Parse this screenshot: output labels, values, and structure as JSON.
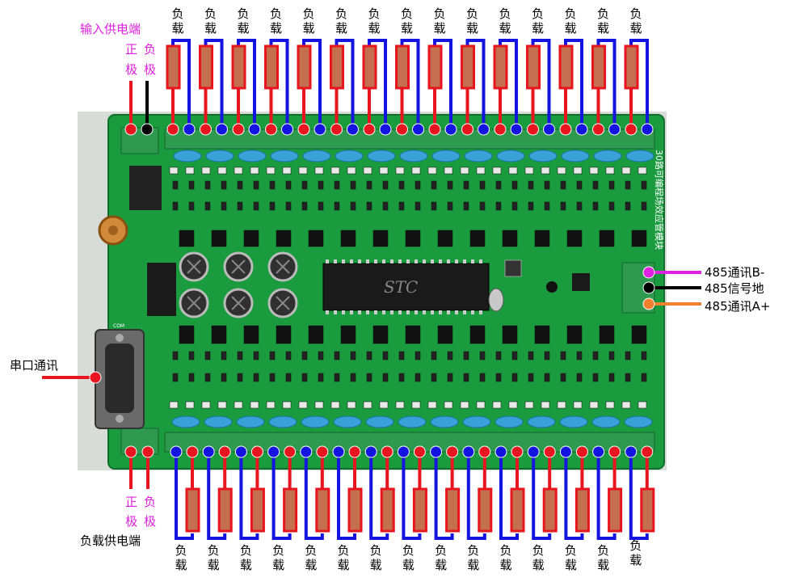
{
  "labels": {
    "input_power": "输入供电端",
    "input_positive": "正",
    "input_negative": "负",
    "input_pole_1": "极",
    "input_pole_2": "极",
    "load_char_1": "负",
    "load_char_2": "载",
    "load_power": "负载供电端",
    "load_positive": "正",
    "load_negative": "负",
    "load_pole_1": "极",
    "load_pole_2": "极",
    "serial": "串口通讯",
    "rs485_b": "485通讯B-",
    "rs485_gnd": "485信号地",
    "rs485_a": "485通讯A+"
  },
  "board": {
    "chip_text": "STC",
    "side_text": "30路可编程场效应管模块",
    "com_text": "COM"
  },
  "load_count_top": 15,
  "load_count_bottom": 15,
  "colors": {
    "positive": "#e8141e",
    "negative": "#1414e0",
    "resistor": "#c47050",
    "board": "#1a9b3e",
    "magenta": "#e020e0",
    "orange": "#f08030",
    "label_magenta": "#e020e0"
  }
}
